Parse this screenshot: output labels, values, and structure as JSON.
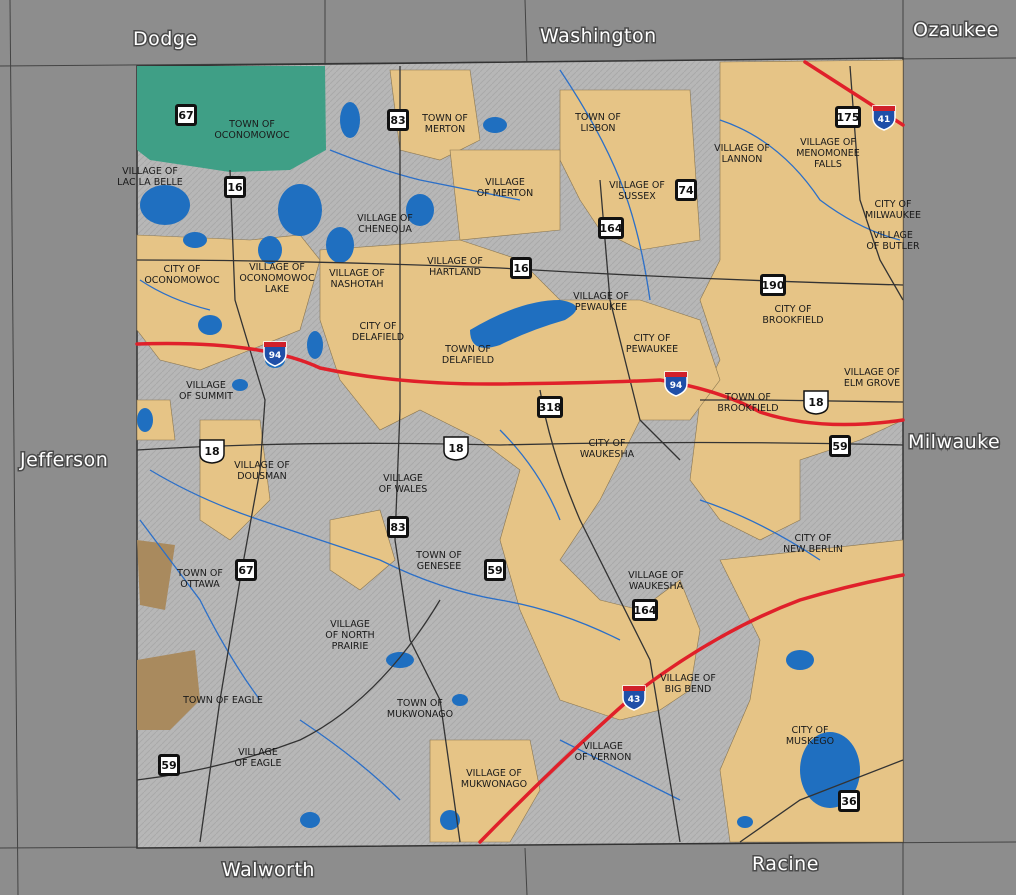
{
  "counties": {
    "dodge": "Dodge",
    "washington": "Washington",
    "ozaukee": "Ozaukee",
    "jefferson": "Jefferson",
    "milwaukee": "Milwauke",
    "walworth": "Walworth",
    "racine": "Racine"
  },
  "municipalities": {
    "town_oconomowoc": [
      "TOWN OF",
      "OCONOMOWOC"
    ],
    "town_merton": [
      "TOWN OF",
      "MERTON"
    ],
    "town_lisbon": [
      "TOWN OF",
      "LISBON"
    ],
    "village_lannon": [
      "VILLAGE OF",
      "LANNON"
    ],
    "village_menomonee_falls": [
      "VILLAGE OF",
      "MENOMONEE",
      "FALLS"
    ],
    "village_lac_la_belle": [
      "VILLAGE OF",
      "LAC LA BELLE"
    ],
    "village_merton": [
      "VILLAGE",
      "OF MERTON"
    ],
    "village_sussex": [
      "VILLAGE OF",
      "SUSSEX"
    ],
    "city_milwaukee": [
      "CITY OF",
      "MILWAUKEE"
    ],
    "village_butler": [
      "VILLAGE",
      "OF BUTLER"
    ],
    "village_chenequa": [
      "VILLAGE OF",
      "CHENEQUA"
    ],
    "city_oconomowoc": [
      "CITY OF",
      "OCONOMOWOC"
    ],
    "village_oconomowoc_lake": [
      "VILLAGE OF",
      "OCONOMOWOC",
      "LAKE"
    ],
    "village_nashotah": [
      "VILLAGE OF",
      "NASHOTAH"
    ],
    "village_hartland": [
      "VILLAGE OF",
      "HARTLAND"
    ],
    "village_pewaukee": [
      "VILLAGE OF",
      "PEWAUKEE"
    ],
    "city_brookfield": [
      "CITY OF",
      "BROOKFIELD"
    ],
    "city_delafield": [
      "CITY OF",
      "DELAFIELD"
    ],
    "town_delafield": [
      "TOWN OF",
      "DELAFIELD"
    ],
    "city_pewaukee": [
      "CITY OF",
      "PEWAUKEE"
    ],
    "village_elm_grove": [
      "VILLAGE OF",
      "ELM GROVE"
    ],
    "village_summit": [
      "VILLAGE",
      "OF SUMMIT"
    ],
    "town_brookfield": [
      "TOWN OF",
      "BROOKFIELD"
    ],
    "city_waukesha": [
      "CITY OF",
      "WAUKESHA"
    ],
    "village_dousman": [
      "VILLAGE OF",
      "DOUSMAN"
    ],
    "village_wales": [
      "VILLAGE",
      "OF WALES"
    ],
    "city_new_berlin": [
      "CITY OF",
      "NEW BERLIN"
    ],
    "town_genesee": [
      "TOWN OF",
      "GENESEE"
    ],
    "town_ottawa": [
      "TOWN OF",
      "OTTAWA"
    ],
    "village_waukesha": [
      "VILLAGE OF",
      "WAUKESHA"
    ],
    "village_north_prairie": [
      "VILLAGE",
      "OF NORTH",
      "PRAIRIE"
    ],
    "town_eagle": [
      "TOWN OF EAGLE"
    ],
    "town_mukwonago": [
      "TOWN OF",
      "MUKWONAGO"
    ],
    "village_big_bend": [
      "VILLAGE OF",
      "BIG BEND"
    ],
    "city_muskego": [
      "CITY OF",
      "MUSKEGO"
    ],
    "village_eagle": [
      "VILLAGE",
      "OF EAGLE"
    ],
    "village_vernon": [
      "VILLAGE",
      "OF VERNON"
    ],
    "village_mukwonago": [
      "VILLAGE OF",
      "MUKWONAGO"
    ]
  },
  "highways": {
    "interstates": [
      "41",
      "94",
      "94",
      "43"
    ],
    "us_routes": [
      "18",
      "18",
      "18"
    ],
    "state_routes": [
      "67",
      "83",
      "175",
      "16",
      "74",
      "164",
      "16",
      "190",
      "318",
      "59",
      "83",
      "67",
      "59",
      "164",
      "59",
      "36"
    ]
  },
  "colors": {
    "terrain": "#b8b8b8",
    "outside": "#8c8c8c",
    "urban": "#e6c486",
    "water": "#1f6fc0",
    "interstate_line": "#e0202a",
    "interstate_shield": "#1f4fa8",
    "wetland_green": "#3f9f86",
    "brown_area": "#a98a5e"
  }
}
